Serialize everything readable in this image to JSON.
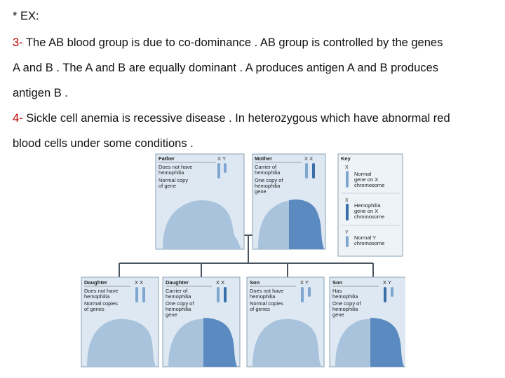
{
  "text": {
    "ex": "* EX:",
    "p3_num": "3-",
    "p3_line1": " The AB blood  group is due to co-dominance . AB group is controlled by the genes",
    "p3_line2": "A and B . The A and B are equally dominant . A  produces antigen A  and  B produces",
    "p3_line3": "antigen B .",
    "p4_num": "4-",
    "p4_line1": " Sickle cell  anemia is recessive  disease  . In heterozygous which have abnormal red",
    "p4_line2": "blood cells under some conditions ."
  },
  "figure": {
    "father": {
      "title": "Father",
      "chrom": "X Y",
      "l1": "Does not have",
      "l2": "hemophilia",
      "l3": "Normal copy",
      "l4": "of gene"
    },
    "mother": {
      "title": "Mother",
      "chrom": "X X",
      "l1": "Carrier of",
      "l2": "hemophilia",
      "l3": "One copy of",
      "l4": "hemophilia",
      "l5": "gene"
    },
    "key": {
      "title": "Key",
      "x1": "X",
      "k1a": "Normal",
      "k1b": "gene on X",
      "k1c": "chromosome",
      "x2": "X",
      "k2a": "Hemophilia",
      "k2b": "gene on X",
      "k2c": "chromosome",
      "y": "Y",
      "k3a": "Normal Y",
      "k3b": "chromosome"
    },
    "children": [
      {
        "title": "Daughter",
        "chrom": "X X",
        "l1": "Does not have",
        "l2": "hemophilia",
        "l3": "Normal copies",
        "l4": "of genes",
        "l5": ""
      },
      {
        "title": "Daughter",
        "chrom": "X X",
        "l1": "Carrier of",
        "l2": "hemophilia",
        "l3": "One copy of",
        "l4": "hemophilia",
        "l5": "gene"
      },
      {
        "title": "Son",
        "chrom": "X Y",
        "l1": "Does not have",
        "l2": "hemophilia",
        "l3": "Normal copies",
        "l4": "of genes",
        "l5": ""
      },
      {
        "title": "Son",
        "chrom": "X Y",
        "l1": "Has",
        "l2": "hemophilia",
        "l3": "One copy of",
        "l4": "hemophilia",
        "l5": "gene"
      }
    ]
  },
  "colors": {
    "panel_bg": "#dde8f2",
    "silhouette": "#a9c3dc",
    "silhouette_dark": "#5b8ac0",
    "chrom": "#7ea6cf",
    "chrom_dark": "#3a6ea8",
    "line": "#4a5560",
    "border": "#8aa0b4"
  }
}
